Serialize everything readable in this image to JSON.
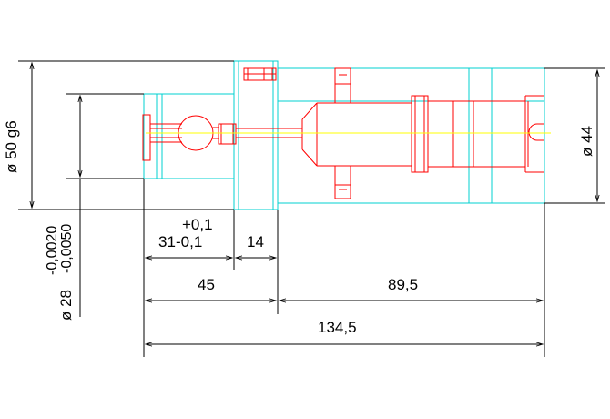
{
  "drawing": {
    "colors": {
      "outline": "#00d0d0",
      "part": "#ff0000",
      "centerline": "#ffff00",
      "dimension": "#000000"
    },
    "dimensions": {
      "dia_50": "ø 50 g6",
      "dia_28_base": "ø 28",
      "dia_28_upper_tol": "-0,0020",
      "dia_28_lower_tol": "-0,0050",
      "dia_44": "ø 44",
      "len_31_base": "31",
      "len_31_upper_tol": "+0,1",
      "len_31_lower_tol": "-0,1",
      "len_14": "14",
      "len_45": "45",
      "len_89_5": "89,5",
      "len_134_5": "134,5"
    }
  }
}
